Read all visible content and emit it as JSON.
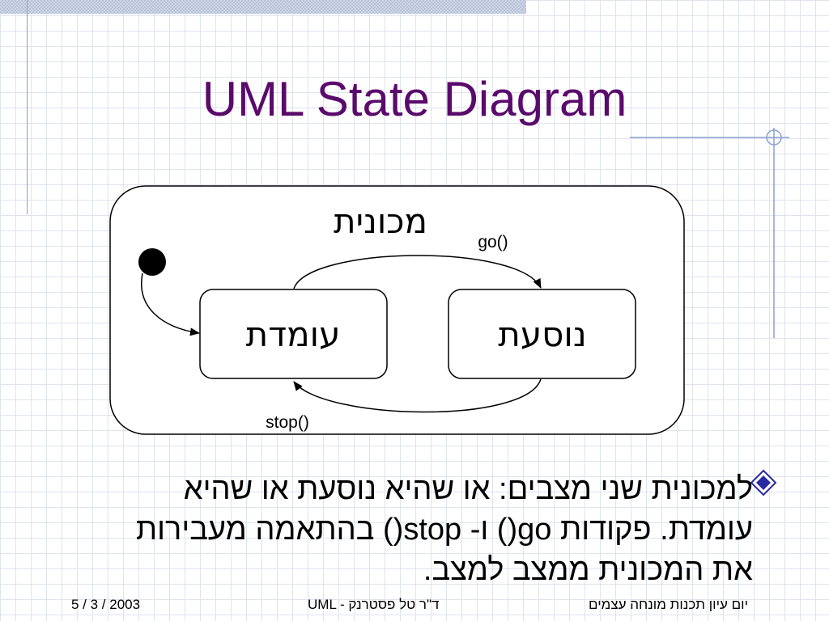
{
  "slide": {
    "title": "UML State Diagram"
  },
  "diagram": {
    "composite_state": "מכונית",
    "states": {
      "left": "עומדת",
      "right": "נוסעת"
    },
    "transitions": {
      "go": "go()",
      "stop": "stop()"
    }
  },
  "bullet": {
    "text": "למכונית שני מצבים: או שהיא נוסעת או שהיא עומדת. פקודות go() ו- stop() בהתאמה מעבירות את המכונית ממצב למצב."
  },
  "footer": {
    "date": "5 / 3 / 2003",
    "author": "UML  -  ד\"ר טל פסטרנק",
    "course": "יום עיון תכנות מונחה עצמים"
  },
  "colors": {
    "title": "#5a0a6b",
    "bullet": "#2a2aa0"
  }
}
